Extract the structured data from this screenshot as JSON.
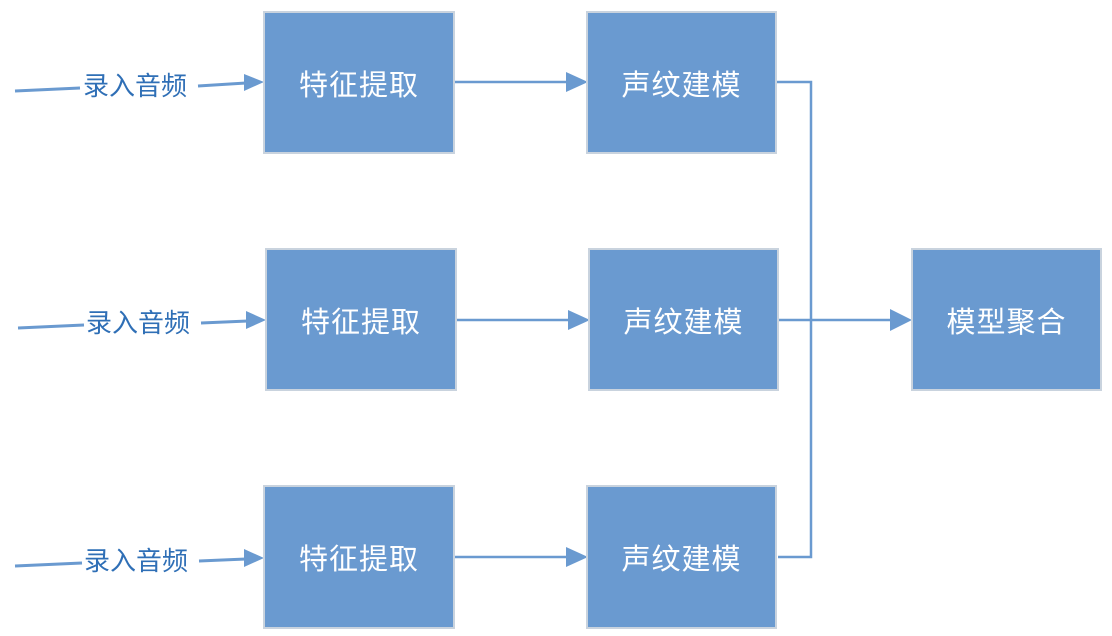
{
  "rows": [
    {
      "input_label": "录入音频",
      "extract_label": "特征提取",
      "model_label": "声纹建模"
    },
    {
      "input_label": "录入音频",
      "extract_label": "特征提取",
      "model_label": "声纹建模"
    },
    {
      "input_label": "录入音频",
      "extract_label": "特征提取",
      "model_label": "声纹建模"
    }
  ],
  "aggregate": {
    "label": "模型聚合"
  },
  "colors": {
    "box_fill": "#6a9ad0",
    "line": "#6a9ad0",
    "label_text": "#2f6fb6"
  }
}
